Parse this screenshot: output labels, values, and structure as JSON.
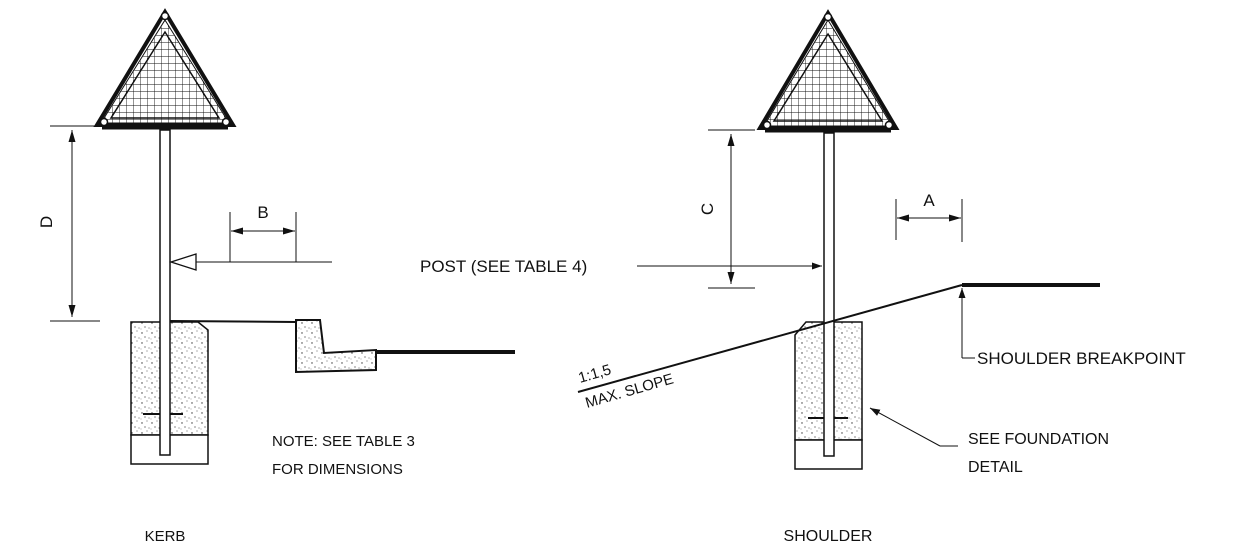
{
  "labels": {
    "dim_d": "D",
    "dim_b": "B",
    "dim_c": "C",
    "dim_a": "A",
    "post": "POST (SEE TABLE 4)",
    "shoulder_breakpoint": "SHOULDER BREAKPOINT",
    "slope_ratio": "1:1,5",
    "slope_note": "MAX. SLOPE",
    "note_line1": "NOTE: SEE TABLE 3",
    "note_line2": "FOR DIMENSIONS",
    "foundation_line1": "SEE FOUNDATION",
    "foundation_line2": "DETAIL",
    "caption_kerb": "KERB",
    "caption_shoulder": "SHOULDER"
  }
}
